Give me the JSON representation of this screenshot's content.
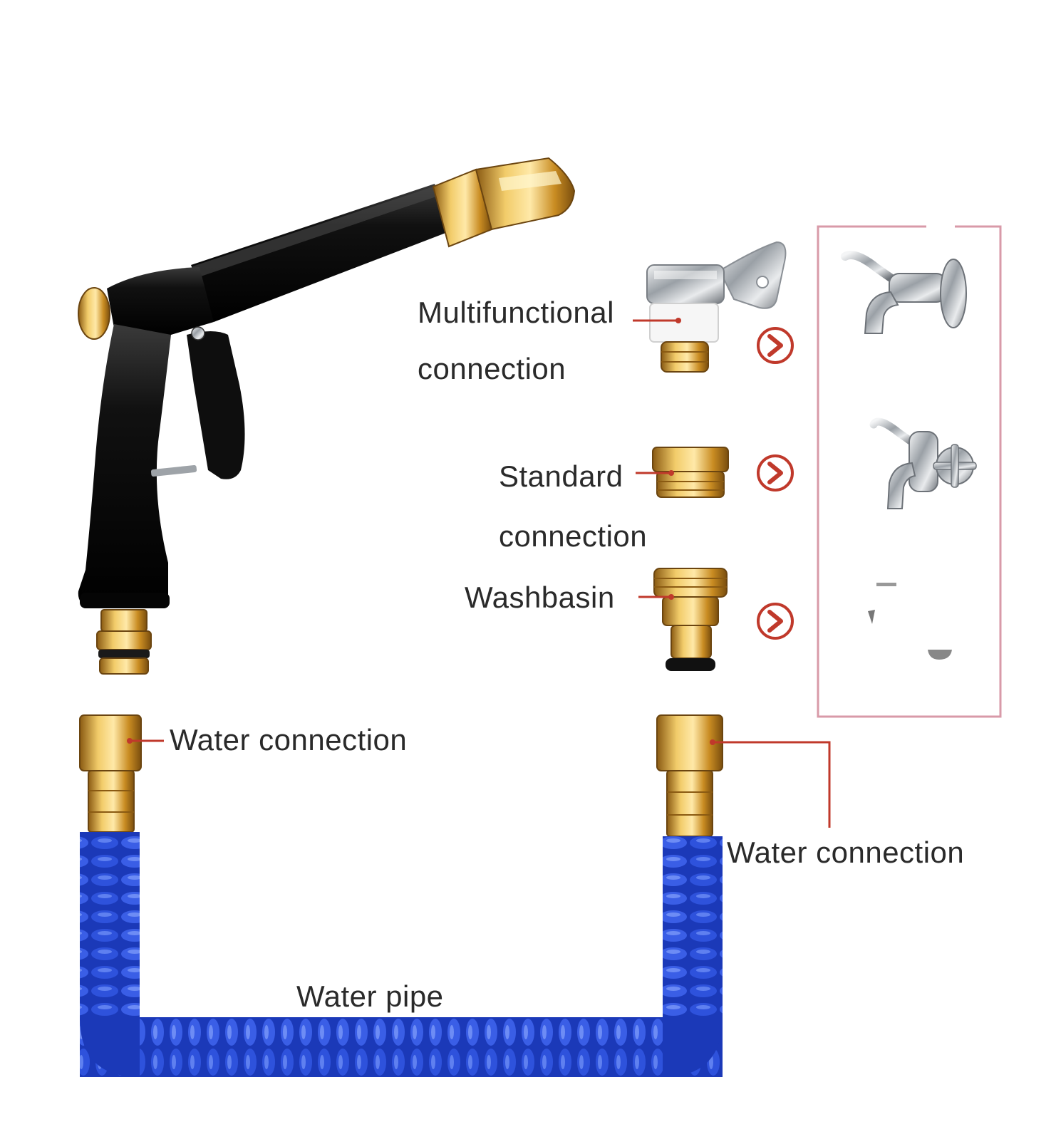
{
  "labels": {
    "multifunctional_line1": "Multifunctional",
    "multifunctional_line2": "connection",
    "standard_line1": "Standard",
    "standard_line2": "connection",
    "washbasin": "Washbasin",
    "water_connection_left": "Water connection",
    "water_connection_right": "Water connection",
    "water_pipe": "Water pipe"
  },
  "colors": {
    "brass": "#d9a441",
    "hose_blue": "#1f3fc4",
    "gun_black": "#141414",
    "callout_red": "#c0392b",
    "frame_pink": "#d89aa8",
    "chrome": "#b8bcc2"
  },
  "icons": [
    "spray-gun-icon",
    "adapter-icon",
    "tap-icon",
    "arrow-right-icon"
  ]
}
